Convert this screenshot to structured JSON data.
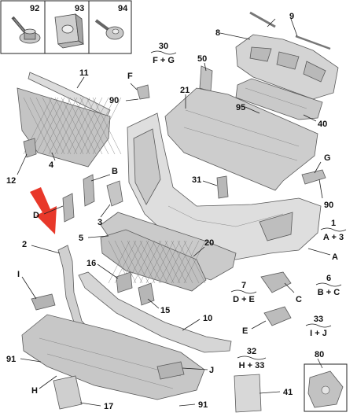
{
  "fasteners": [
    {
      "ref": "92",
      "icon": "screw-with-washer-icon"
    },
    {
      "ref": "93",
      "icon": "clip-nut-icon"
    },
    {
      "ref": "94",
      "icon": "push-rivet-icon"
    }
  ],
  "labels": {
    "p2": "2",
    "p3": "3",
    "p4": "4",
    "p5": "5",
    "p8": "8",
    "p9": "9",
    "p10": "10",
    "p11": "11",
    "p12": "12",
    "p15": "15",
    "p16": "16",
    "p17": "17",
    "p20": "20",
    "p21": "21",
    "p31": "31",
    "p40": "40",
    "p41": "41",
    "p50": "50",
    "p80": "80",
    "p90a": "90",
    "p90b": "90",
    "p91a": "91",
    "p91b": "91",
    "p95": "95",
    "pA": "A",
    "pB": "B",
    "pC": "C",
    "pD": "D",
    "pE": "E",
    "pF": "F",
    "pG": "G",
    "pH": "H",
    "pI": "I",
    "pJ": "J"
  },
  "kits": [
    {
      "ref": "30",
      "formula": "F + G"
    },
    {
      "ref": "1",
      "formula": "A + 3"
    },
    {
      "ref": "6",
      "formula": "B + C"
    },
    {
      "ref": "7",
      "formula": "D + E"
    },
    {
      "ref": "33",
      "formula": "I + J"
    },
    {
      "ref": "32",
      "formula": "H + 33"
    }
  ],
  "colors": {
    "callout_arrow": "#e8382a",
    "part_fill": "#d8d8d8",
    "part_shade": "#bdbdbd"
  }
}
